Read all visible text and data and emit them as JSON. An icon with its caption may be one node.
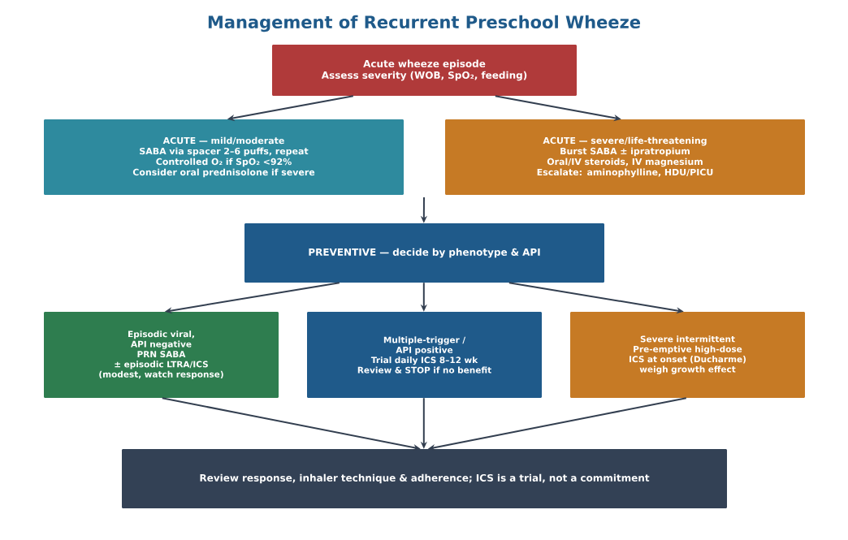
{
  "diagram": {
    "title": "Management of Recurrent Preschool Wheeze",
    "nodes": [
      {
        "text": [
          "Acute wheeze episode",
          "Assess severity (WOB, SpO₂, feeding)"
        ]
      },
      {
        "text": [
          "ACUTE — mild/moderate",
          "SABA via spacer 2–6 puffs, repeat",
          "Controlled O₂ if SpO₂ <92%",
          "Consider oral prednisolone if severe"
        ]
      },
      {
        "text": [
          "ACUTE — severe/life-threatening",
          "Burst SABA ± ipratropium",
          "Oral/IV steroids, IV magnesium",
          "Escalate: aminophylline, HDU/PICU"
        ]
      },
      {
        "text": [
          "PREVENTIVE — decide by phenotype & API"
        ]
      },
      {
        "text": [
          "Episodic viral,",
          "API negative",
          "PRN SABA",
          "± episodic LTRA/ICS",
          "(modest, watch response)"
        ]
      },
      {
        "text": [
          "Multiple-trigger /",
          "API positive",
          "Trial daily ICS 8–12 wk",
          "Review & STOP if no benefit"
        ]
      },
      {
        "text": [
          "Severe intermittent",
          "Pre-emptive high-dose",
          "ICS at onset (Ducharme)",
          "weigh growth effect"
        ]
      },
      {
        "text": [
          "Review response, inhaler technique & adherence; ICS is a trial, not a commitment"
        ]
      }
    ],
    "edges": [
      {
        "from": 0,
        "to": 1,
        "arrow": "to"
      },
      {
        "from": 0,
        "to": 2,
        "arrow": "to"
      },
      {
        "from": null,
        "to": 3,
        "arrow": "to"
      },
      {
        "from": 3,
        "to": 4,
        "arrow": "to"
      },
      {
        "from": 3,
        "to": 5,
        "arrow": "to"
      },
      {
        "from": 3,
        "to": 6,
        "arrow": "to"
      },
      {
        "from": 4,
        "to": 7,
        "arrow": "to"
      },
      {
        "from": 5,
        "to": 7,
        "arrow": "to"
      },
      {
        "from": 6,
        "to": 7,
        "arrow": "to"
      }
    ]
  }
}
